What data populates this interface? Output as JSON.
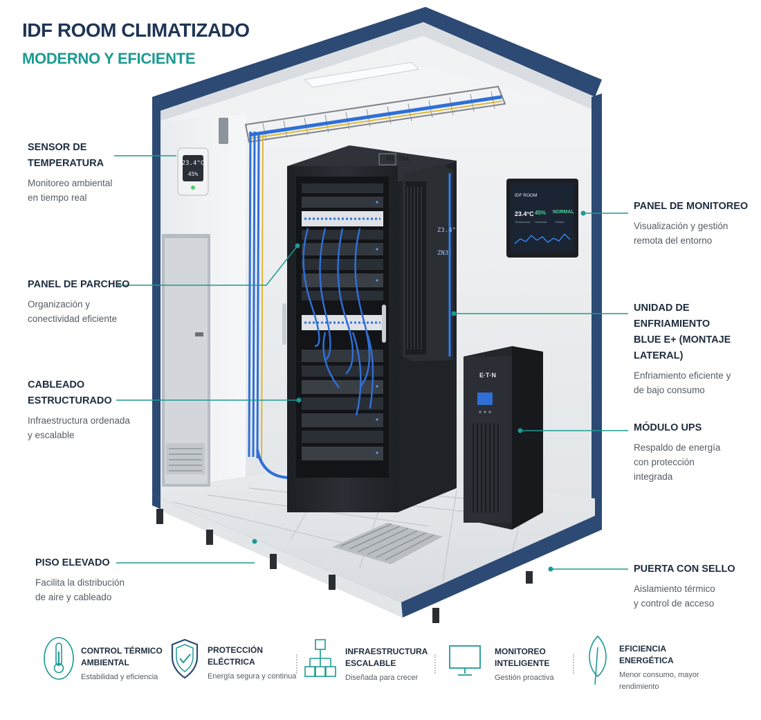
{
  "header": {
    "title": "IDF ROOM CLIMATIZADO",
    "subtitle": "MODERNO Y EFICIENTE"
  },
  "callouts": [
    {
      "key": "sensor",
      "heading_lines": [
        "SENSOR DE",
        "TEMPERATURA"
      ],
      "desc_lines": [
        "Monitoreo ambiental",
        "en tiempo real"
      ]
    },
    {
      "key": "patch",
      "heading_lines": [
        "PANEL DE PARCHEO"
      ],
      "desc_lines": [
        "Organización y",
        "conectividad eficiente"
      ]
    },
    {
      "key": "cabling",
      "heading_lines": [
        "CABLEADO",
        "ESTRUCTURADO"
      ],
      "desc_lines": [
        "Infraestructura ordenada",
        "y escalable"
      ]
    },
    {
      "key": "floor",
      "heading_lines": [
        "PISO ELEVADO"
      ],
      "desc_lines": [
        "Facilita la distribución",
        "de aire y cableado"
      ]
    },
    {
      "key": "monitor",
      "heading_lines": [
        "PANEL DE MONITOREO"
      ],
      "desc_lines": [
        "Visualización y gestión",
        "remota del entorno"
      ]
    },
    {
      "key": "cooling",
      "heading_lines": [
        "UNIDAD DE ENFRIAMIENTO",
        "BLUE E+ (MONTAJE LATERAL)"
      ],
      "desc_lines": [
        "Enfriamiento eficiente y",
        "de bajo consumo"
      ]
    },
    {
      "key": "ups",
      "heading_lines": [
        "MÓDULO UPS"
      ],
      "desc_lines": [
        "Respaldo de energía",
        "con protección",
        "integrada"
      ]
    },
    {
      "key": "door",
      "heading_lines": [
        "PUERTA CON SELLO"
      ],
      "desc_lines": [
        "Aislamiento térmico",
        "y control de acceso"
      ]
    }
  ],
  "devices": {
    "sensor_display": {
      "temp": "23.4°C",
      "humidity": "45%"
    },
    "rack_brand": "RITTAL",
    "cooling_unit_label_1": "Z3.4°",
    "cooling_unit_label_2": "ZN3",
    "monitor_panel": {
      "title": "IDF ROOM",
      "temp_value": "23.4°C",
      "temp_caption": "Temperatura",
      "humidity_value": "45%",
      "humidity_caption": "Humedad",
      "status_value": "NORMAL",
      "status_caption": "Estado"
    },
    "ups_brand": "E·T·N"
  },
  "features": [
    {
      "icon": "thermometer-icon",
      "heading_lines": [
        "CONTROL TÉRMICO",
        "AMBIENTAL"
      ],
      "desc": "Estabilidad y eficiencia"
    },
    {
      "icon": "shield-check-icon",
      "heading_lines": [
        "PROTECCIÓN",
        "ELÉCTRICA"
      ],
      "desc": "Energía segura y continua"
    },
    {
      "icon": "network-hierarchy-icon",
      "heading_lines": [
        "INFRAESTRUCTURA",
        "ESCALABLE"
      ],
      "desc": "Diseñada para crecer"
    },
    {
      "icon": "monitor-icon",
      "heading_lines": [
        "MONITOREO",
        "INTELIGENTE"
      ],
      "desc": "Gestión proactiva"
    },
    {
      "icon": "leaf-icon",
      "heading_lines": [
        "EFICIENCIA",
        "ENERGÉTICA"
      ],
      "desc_lines": [
        "Menor consumo, mayor",
        "rendimiento"
      ]
    }
  ],
  "colors": {
    "title": "#1e3556",
    "accent": "#1b9a93",
    "frame": "#2c4a74",
    "rack": "#24272c",
    "cable": "#2f6fd6"
  }
}
